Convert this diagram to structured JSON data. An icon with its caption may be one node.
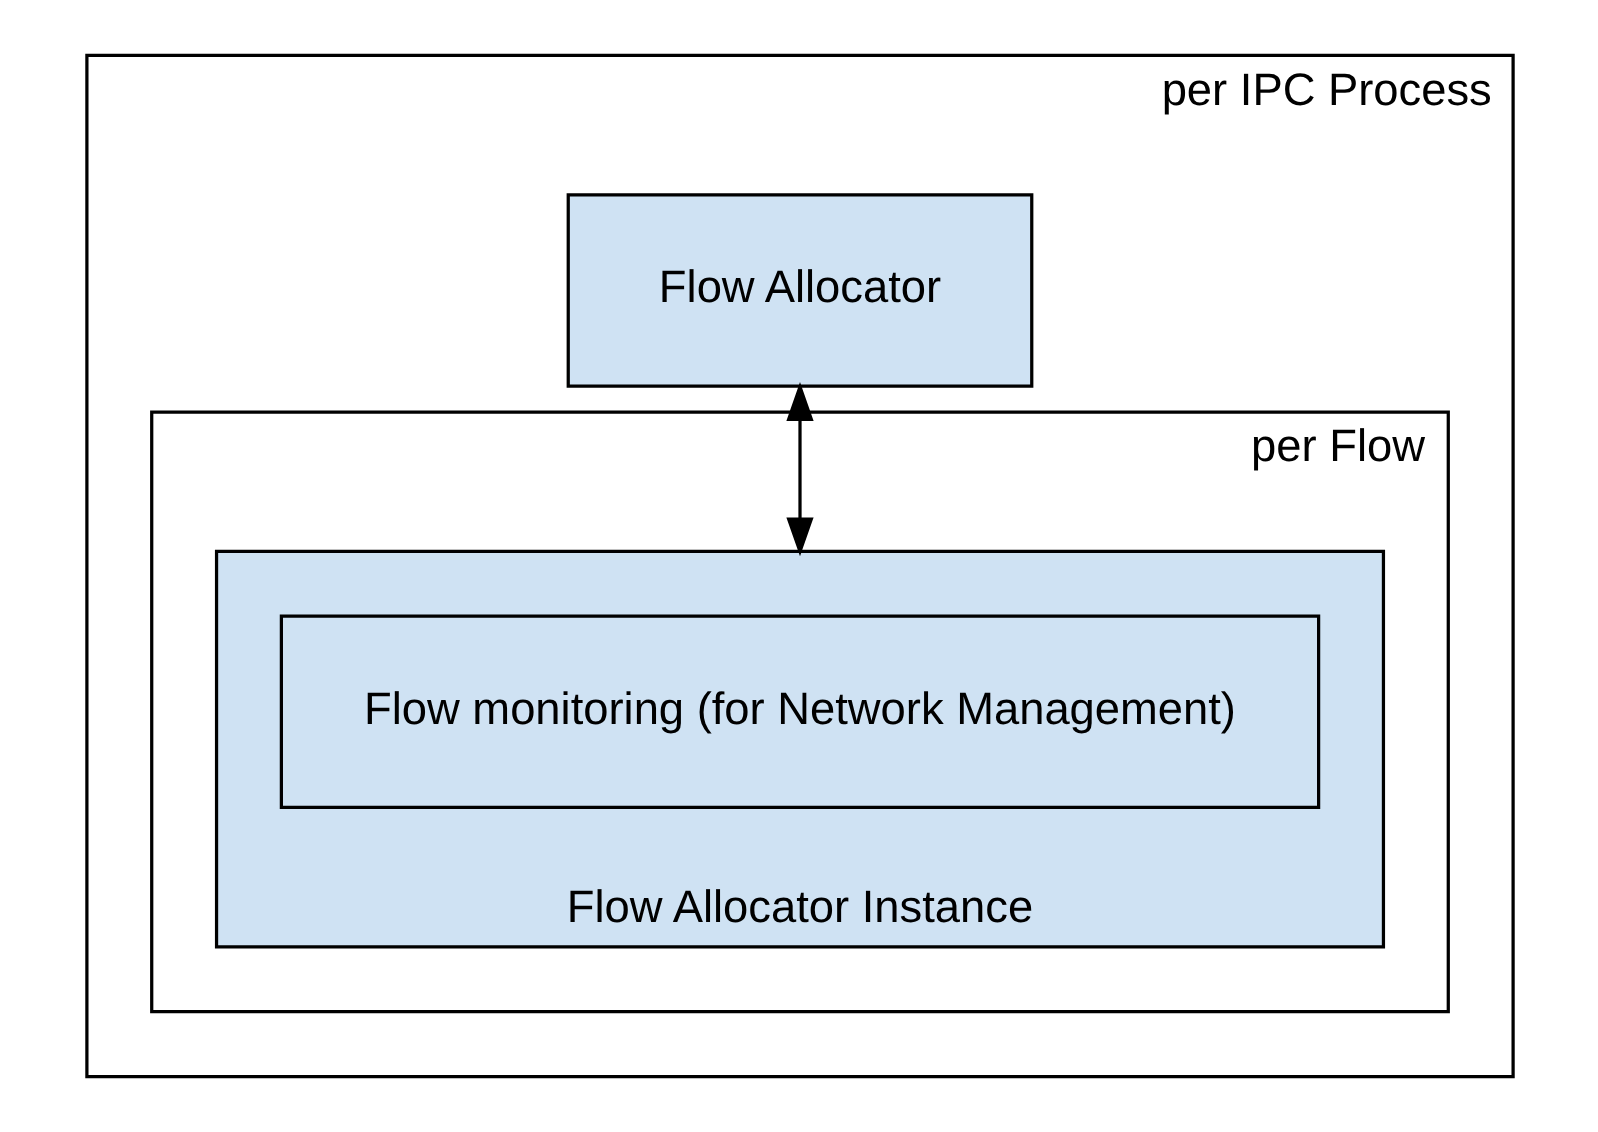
{
  "diagram": {
    "nodes": [
      {
        "text": [
          "per IPC Process"
        ]
      },
      {
        "text": [
          "Flow Allocator"
        ],
        "in": 0
      },
      {
        "text": [
          "per Flow"
        ],
        "in": 0
      },
      {
        "text": [
          "Flow Allocator Instance"
        ],
        "in": 2
      },
      {
        "text": [
          "Flow monitoring (for Network Management)"
        ],
        "in": 3
      }
    ],
    "edges": [
      {
        "from": 1,
        "to": 3,
        "arrow": "both"
      }
    ]
  }
}
